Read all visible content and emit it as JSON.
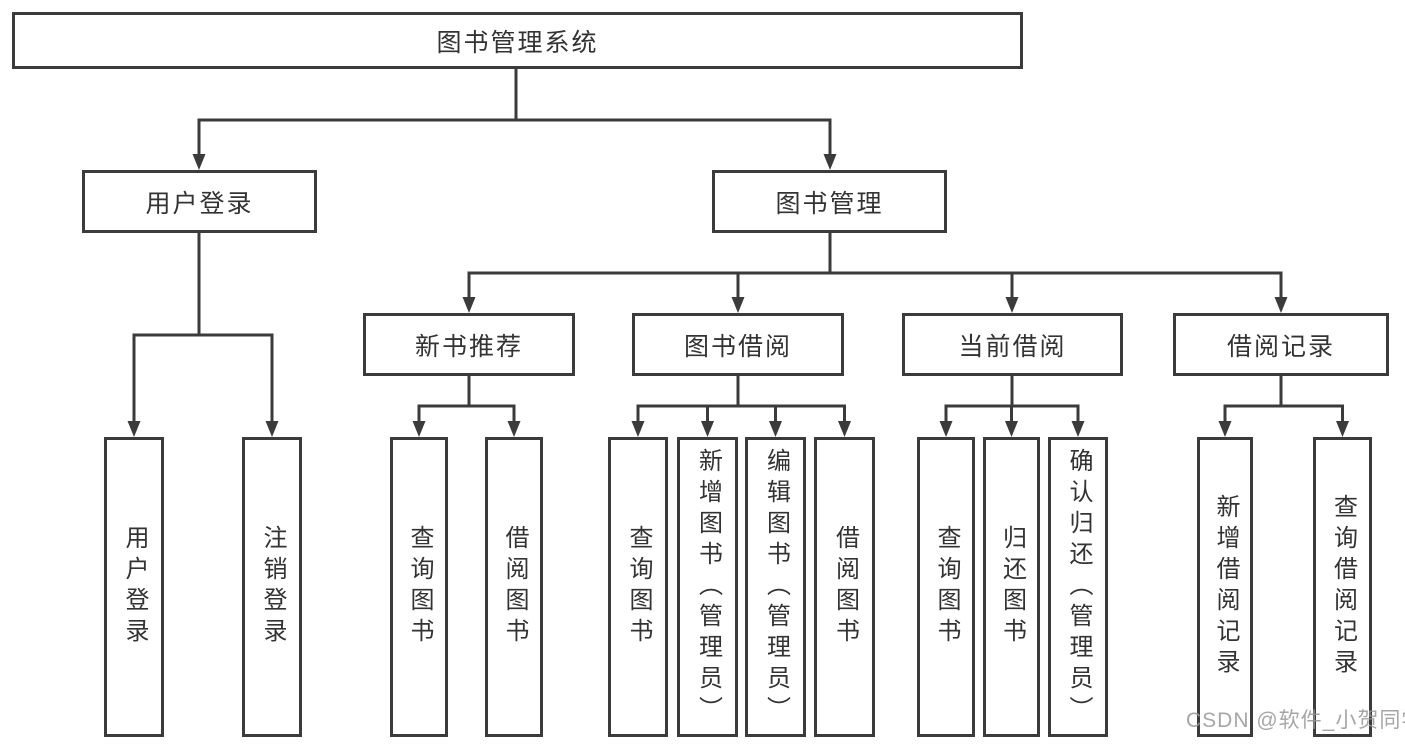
{
  "diagram": {
    "type": "hierarchy",
    "colors": {
      "line": "#3b3b3b",
      "text": "#333333",
      "background": "#ffffff",
      "watermark": "#969696"
    },
    "tree": {
      "label": "图书管理系统",
      "children": [
        {
          "label": "用户登录",
          "children": [
            {
              "label": "用户登录"
            },
            {
              "label": "注销登录"
            }
          ]
        },
        {
          "label": "图书管理",
          "children": [
            {
              "label": "新书推荐",
              "children": [
                {
                  "label": "查询图书"
                },
                {
                  "label": "借阅图书"
                }
              ]
            },
            {
              "label": "图书借阅",
              "children": [
                {
                  "label": "查询图书"
                },
                {
                  "label": "新增图书（管理员）"
                },
                {
                  "label": "编辑图书（管理员）"
                },
                {
                  "label": "借阅图书"
                }
              ]
            },
            {
              "label": "当前借阅",
              "children": [
                {
                  "label": "查询图书"
                },
                {
                  "label": "归还图书"
                },
                {
                  "label": "确认归还（管理员）"
                }
              ]
            },
            {
              "label": "借阅记录",
              "children": [
                {
                  "label": "新增借阅记录"
                },
                {
                  "label": "查询借阅记录"
                }
              ]
            }
          ]
        }
      ]
    }
  },
  "watermark": {
    "text": "CSDN @软件_小贺同学"
  }
}
